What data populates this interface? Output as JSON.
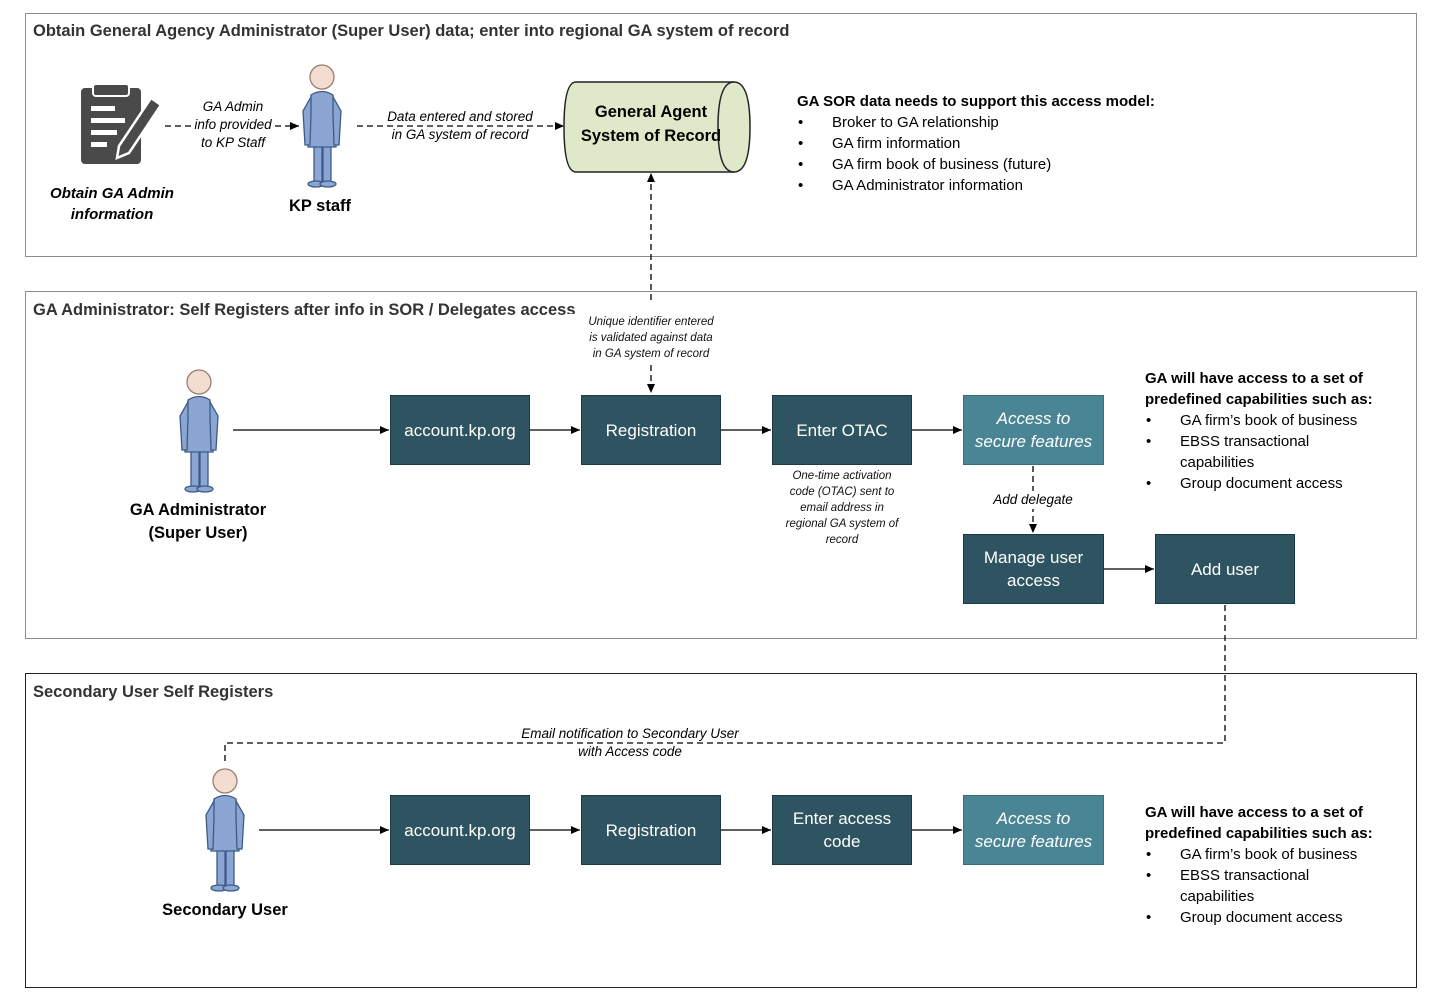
{
  "lanes": {
    "top": {
      "title": "Obtain General Agency Administrator (Super User) data; enter into regional GA system of record"
    },
    "middle": {
      "title": "GA Administrator: Self Registers after info in SOR  / Delegates access"
    },
    "bottom": {
      "title": "Secondary User Self Registers"
    }
  },
  "top": {
    "doc_label_1": "Obtain GA Admin",
    "doc_label_2": "information",
    "arrow1_label": [
      "GA Admin",
      "info provided",
      "to KP Staff"
    ],
    "kp_staff": "KP staff",
    "arrow2_label": [
      "Data entered and stored",
      "in GA system of record"
    ],
    "sor": [
      "General Agent",
      "System of Record"
    ],
    "info_heading": "GA SOR data needs to support this access model:",
    "info_items": [
      "Broker to GA relationship",
      "GA firm information",
      "GA firm book of business (future)",
      "GA Administrator information"
    ]
  },
  "middle": {
    "validate_label": [
      "Unique identifier entered",
      "is validated against data",
      "in GA system of record"
    ],
    "actor": [
      "GA Administrator",
      "(Super User)"
    ],
    "box_account": "account.kp.org",
    "box_registration": "Registration",
    "box_otac": "Enter OTAC",
    "box_access": [
      "Access to",
      "secure features"
    ],
    "otac_note": [
      "One-time activation",
      "code (OTAC) sent to",
      "email address in",
      "regional GA system of",
      "record"
    ],
    "add_delegate": "Add delegate",
    "box_manage": [
      "Manage user",
      "access"
    ],
    "box_add_user": "Add user",
    "info_heading": [
      "GA will have access to a set of",
      "predefined capabilities such as:"
    ],
    "info_items": [
      "GA firm’s book of business",
      "EBSS transactional capabilities",
      "Group document access"
    ]
  },
  "bottom": {
    "email_label": [
      "Email notification to Secondary User",
      "with Access code"
    ],
    "actor": "Secondary User",
    "box_account": "account.kp.org",
    "box_registration": "Registration",
    "box_access_code": [
      "Enter access",
      "code"
    ],
    "box_access": [
      "Access to",
      "secure features"
    ],
    "info_heading": [
      "GA will have access to a set of",
      "predefined capabilities such as:"
    ],
    "info_items": [
      "GA firm’s book of business",
      "EBSS transactional capabilities",
      "Group document access"
    ]
  },
  "colors": {
    "box": "#2d5460",
    "box_light": "#4a8595",
    "sor_fill": "#dfe8c8",
    "actor": "#8ba6d2"
  },
  "icons": [
    "document-edit-icon",
    "person-icon"
  ]
}
